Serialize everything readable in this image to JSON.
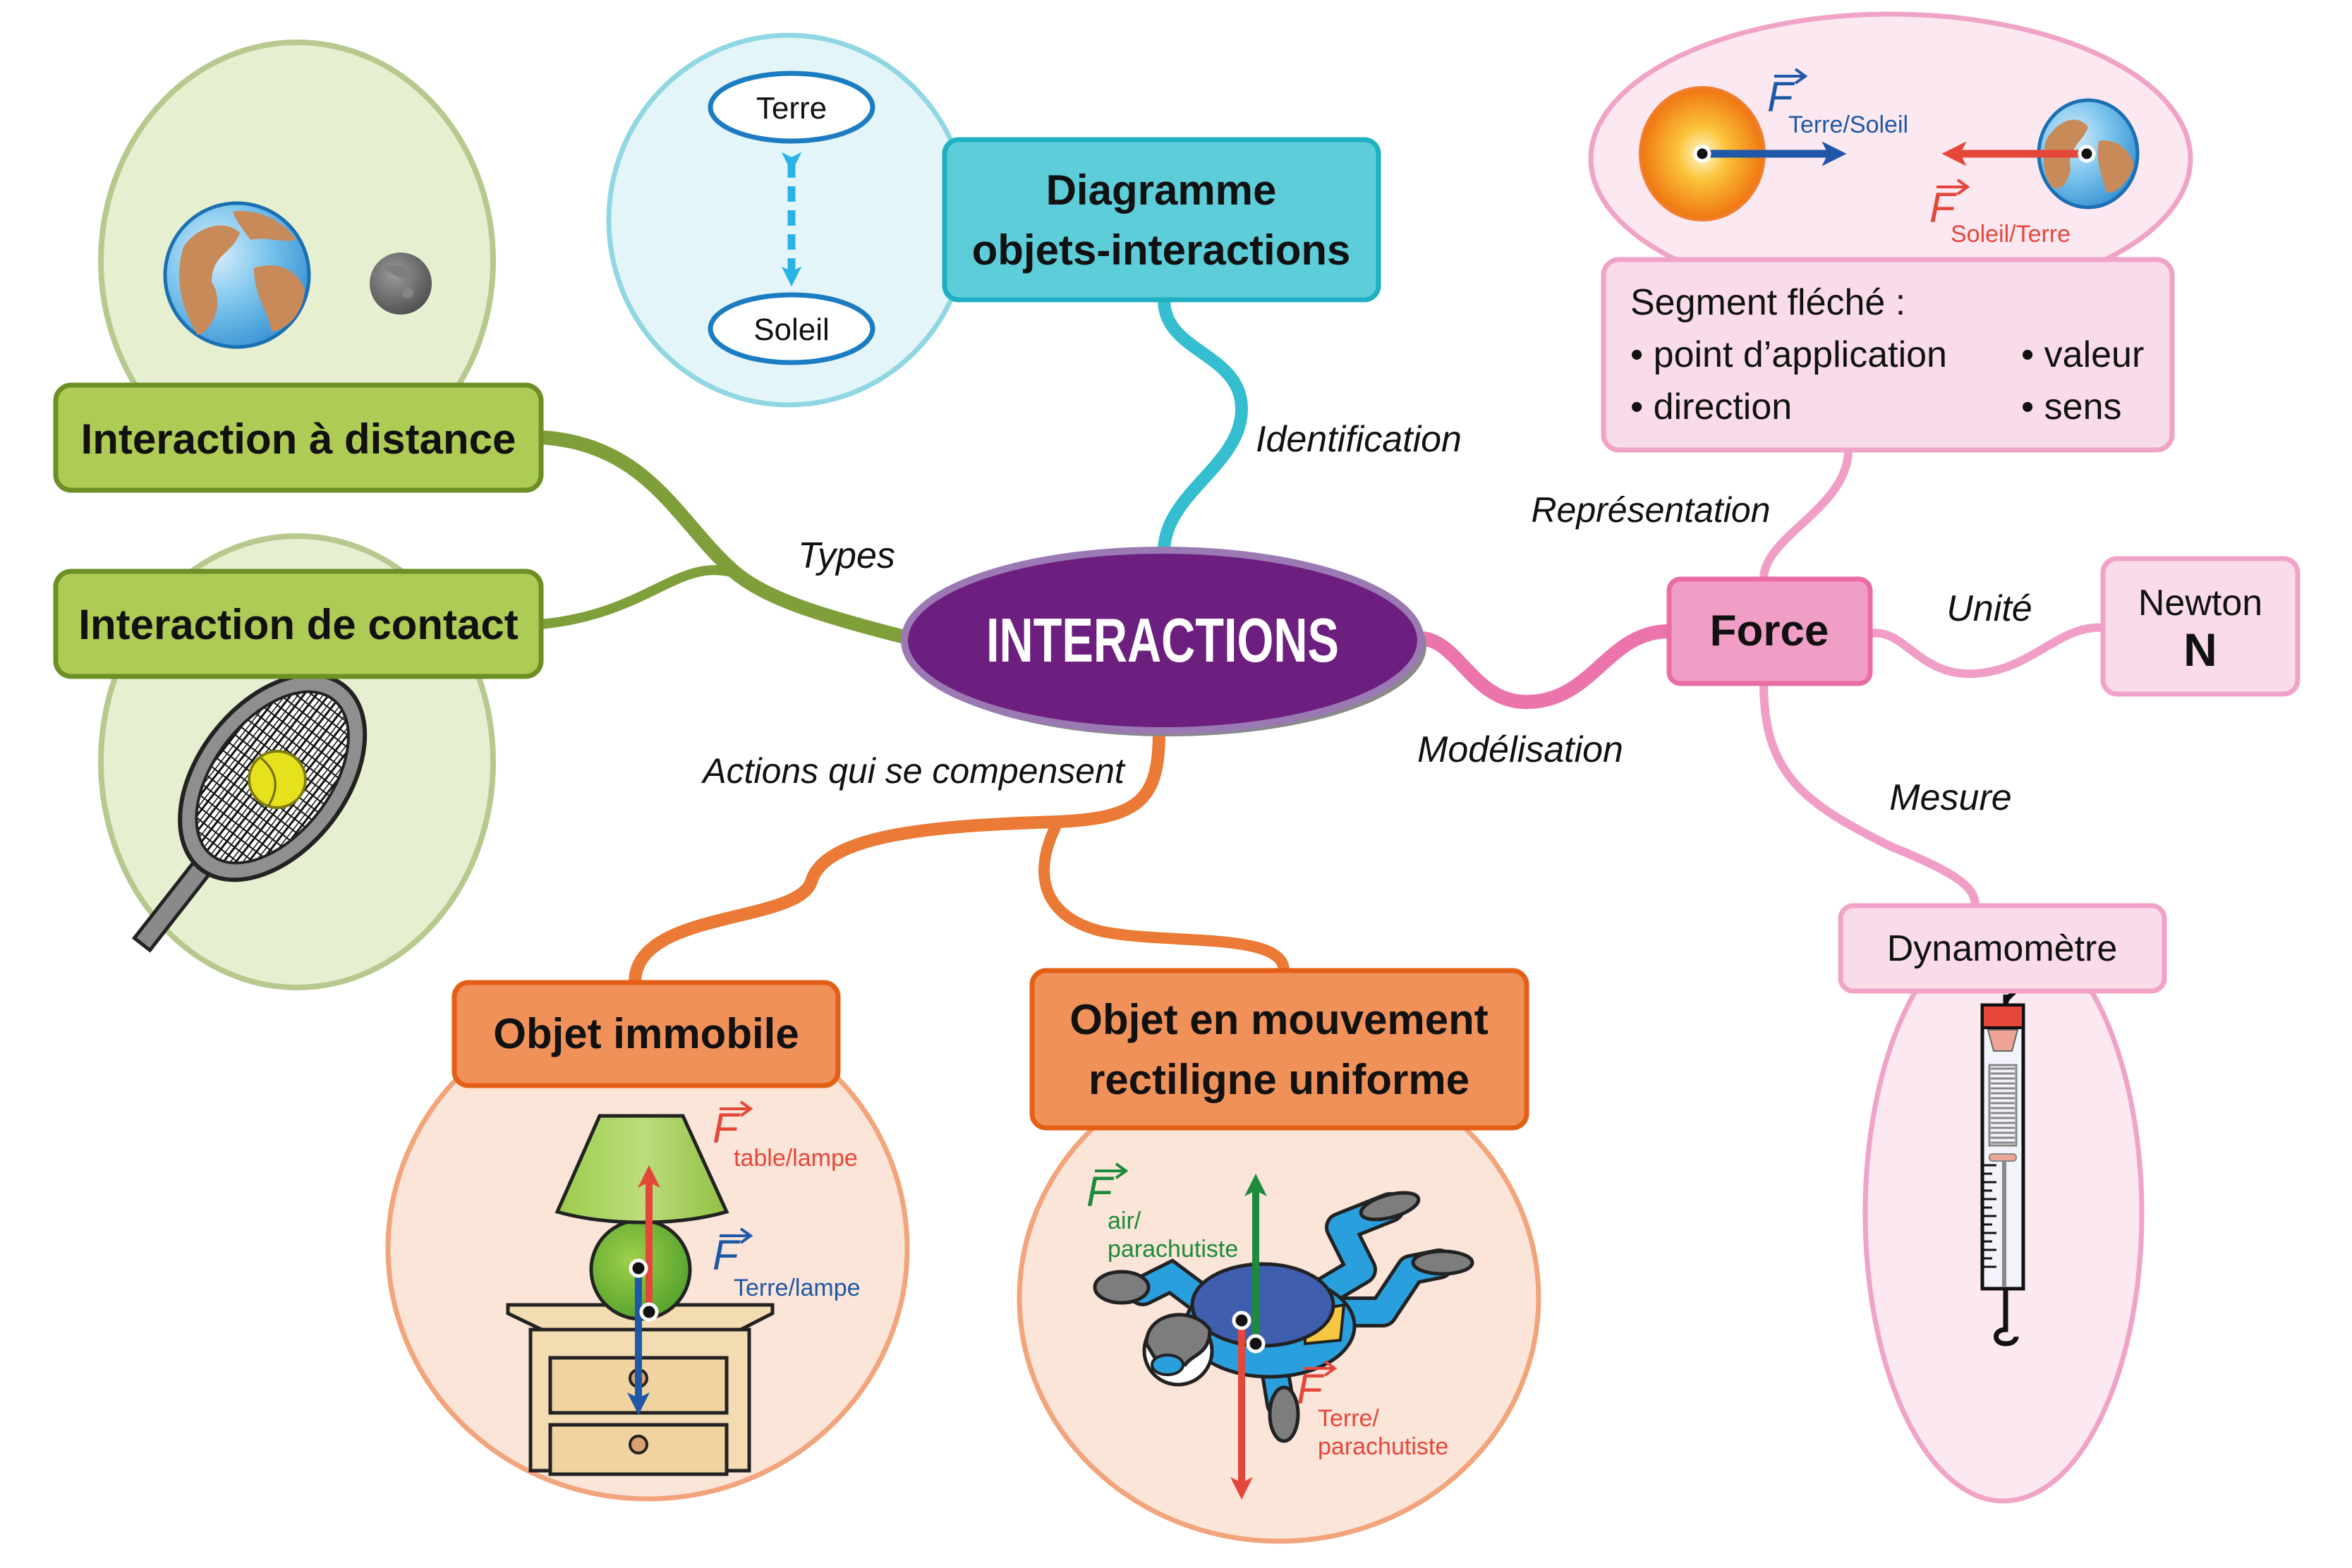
{
  "center": {
    "label": "INTERACTIONS",
    "color": "#6d1f7f",
    "border": "#9b7ab4"
  },
  "branches": {
    "types": {
      "label": "Types",
      "color": "#7f9f3b",
      "nodes": [
        {
          "label": "Interaction à distance",
          "illustration": "earth-moon"
        },
        {
          "label": "Interaction de contact",
          "illustration": "tennis-racket-ball"
        }
      ],
      "node_fill": "#aecb56",
      "node_border": "#6e8f25",
      "bubble_fill": "#e6efcf",
      "bubble_border": "#b7c98e"
    },
    "identification": {
      "label": "Identification",
      "color": "#35bdd0",
      "node": {
        "lines": [
          "Diagramme",
          "objets-interactions"
        ]
      },
      "node_fill": "#5ccdd9",
      "node_border": "#1fb0c3",
      "bubble_fill": "#e3f5f8",
      "bubble_border": "#8fd7e2",
      "diagram": {
        "top": "Terre",
        "bottom": "Soleil",
        "oval_border": "#1b7cc2",
        "arrow_color": "#29b3e6"
      }
    },
    "actions": {
      "label": "Actions qui se compensent",
      "color": "#ea7a35",
      "node_fill": "#f0915a",
      "node_border": "#e45f16",
      "bubble_fill": "#fbe4d8",
      "bubble_border": "#f2a47b",
      "nodes": [
        {
          "lines": [
            "Objet immobile"
          ],
          "illustration": "lamp-on-nightstand",
          "forces": [
            {
              "symbol": "F",
              "subscript": "table/lampe",
              "color": "#e4473a"
            },
            {
              "symbol": "F",
              "subscript": "Terre/lampe",
              "color": "#1f58a6"
            }
          ]
        },
        {
          "lines": [
            "Objet en mouvement",
            "rectiligne uniforme"
          ],
          "illustration": "skydiver",
          "forces": [
            {
              "symbol": "F",
              "subscript_lines": [
                "air/",
                "parachutiste"
              ],
              "color": "#1d8a3c"
            },
            {
              "symbol": "F",
              "subscript_lines": [
                "Terre/",
                "parachutiste"
              ],
              "color": "#e4473a"
            }
          ]
        }
      ]
    },
    "modelisation": {
      "label": "Modélisation",
      "color": "#ec74ad",
      "node": {
        "label": "Force"
      },
      "node_fill": "#f19ec6",
      "node_border": "#ea6ca4",
      "sub": {
        "representation": {
          "label": "Représentation",
          "box_title": "Segment fléché :",
          "bullets_left": [
            "• point d’application",
            "• direction"
          ],
          "bullets_right": [
            "• valeur",
            "• sens"
          ],
          "forces": [
            {
              "symbol": "F",
              "subscript": "Terre/Soleil",
              "color": "#1f58a6"
            },
            {
              "symbol": "F",
              "subscript": "Soleil/Terre",
              "color": "#e4473a"
            }
          ]
        },
        "unite": {
          "label": "Unité",
          "name": "Newton",
          "symbol": "N"
        },
        "mesure": {
          "label": "Mesure",
          "instrument": "Dynamomètre"
        }
      },
      "light_fill": "#fadbea",
      "light_border": "#f0a3c7",
      "bubble_fill": "#fce8f1"
    }
  }
}
